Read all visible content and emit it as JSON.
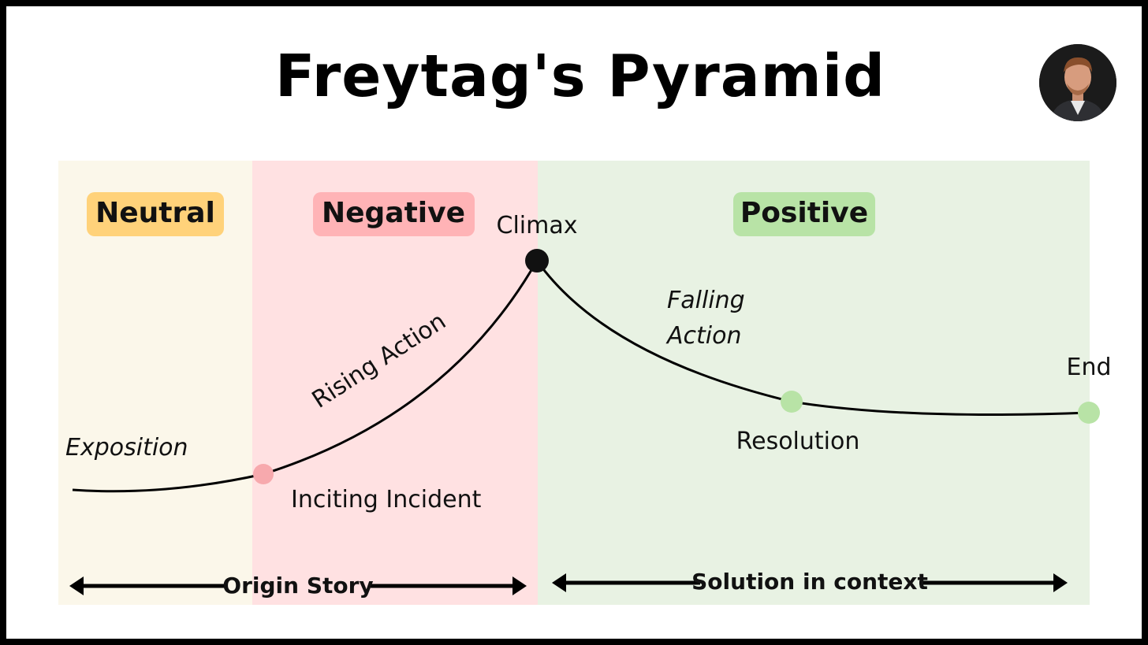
{
  "title": "Freytag's Pyramid",
  "zones": [
    {
      "label": "Neutral",
      "pill_color": "#ffd27a",
      "bg_color": "#fbf7ea"
    },
    {
      "label": "Negative",
      "pill_color": "#ffb3b6",
      "bg_color": "#ffe1e2"
    },
    {
      "label": "Positive",
      "pill_color": "#b8e3a6",
      "bg_color": "#e8f2e3"
    }
  ],
  "curve_color": "#000000",
  "points": {
    "inciting": {
      "label": "Inciting Incident",
      "color": "#f7a9ad"
    },
    "climax": {
      "label": "Climax",
      "color": "#111111"
    },
    "resolution": {
      "label": "Resolution",
      "color": "#b8e3a6"
    },
    "end": {
      "label": "End",
      "color": "#b8e3a6"
    }
  },
  "phases": {
    "exposition": "Exposition",
    "rising": "Rising Action",
    "falling_line1": "Falling",
    "falling_line2": "Action"
  },
  "spans": {
    "origin": "Origin Story",
    "solution": "Solution in context"
  }
}
